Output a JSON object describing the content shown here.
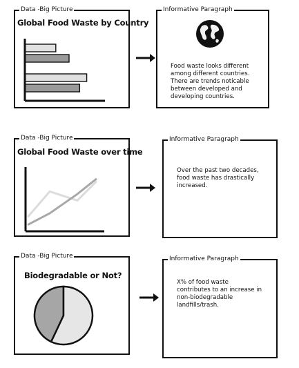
{
  "rows": [
    {
      "chart_label": "Data -Big Picture",
      "chart_title": "Global Food Waste by Country",
      "info_label": "Informative Paragraph",
      "info_icon": "globe-icon",
      "paragraph": "Food waste looks different among different countries. There are trends noticable between developed and developing countries."
    },
    {
      "chart_label": "Data -Big Picture",
      "chart_title": "Global Food Waste over time",
      "info_label": "Informative Paragraph",
      "paragraph": "Over the past two decades, food waste has drastically increased."
    },
    {
      "chart_label": "Data -Big Picture",
      "chart_title": "Biodegradable or Not?",
      "info_label": "Informative Paragraph",
      "paragraph": "X% of food waste contributes to an increase in non-biodegradable landfills/trash."
    }
  ],
  "chart_data": [
    {
      "type": "bar",
      "orientation": "horizontal",
      "title": "Global Food Waste by Country",
      "categories": [
        "",
        "",
        "",
        ""
      ],
      "series": [
        {
          "values": [
            0.35,
            0.5,
            0.7,
            0.62
          ],
          "colors": [
            "#e0e0e0",
            "#9a9a9a",
            "#e0e0e0",
            "#9a9a9a"
          ]
        }
      ],
      "axes_ticks": false
    },
    {
      "type": "line",
      "title": "Global Food Waste over time",
      "x": [
        0,
        1,
        2,
        3
      ],
      "series": [
        {
          "values": [
            0.1,
            0.28,
            0.58,
            0.82
          ],
          "color": "#a8a8a8"
        },
        {
          "values": [
            0.22,
            0.62,
            0.48,
            0.78
          ],
          "color": "#dcdcdc"
        }
      ],
      "axes_ticks": false
    },
    {
      "type": "pie",
      "title": "Biodegradable or Not?",
      "values": [
        43,
        57
      ],
      "colors": [
        "#a6a6a6",
        "#e6e6e6"
      ]
    }
  ]
}
